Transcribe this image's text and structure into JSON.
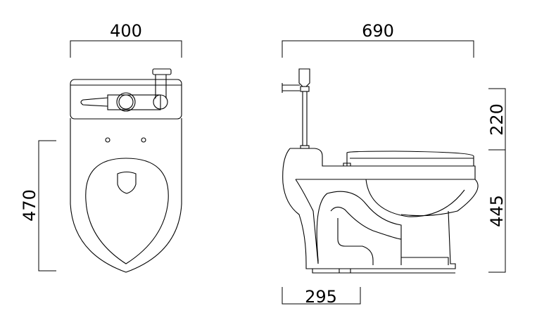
{
  "dimensions": {
    "top_width": "400",
    "side_length": "690",
    "top_depth": "470",
    "flush_height": "220",
    "seat_height": "445",
    "rough_in": "295"
  },
  "colors": {
    "line": "#000000",
    "background": "#ffffff"
  }
}
